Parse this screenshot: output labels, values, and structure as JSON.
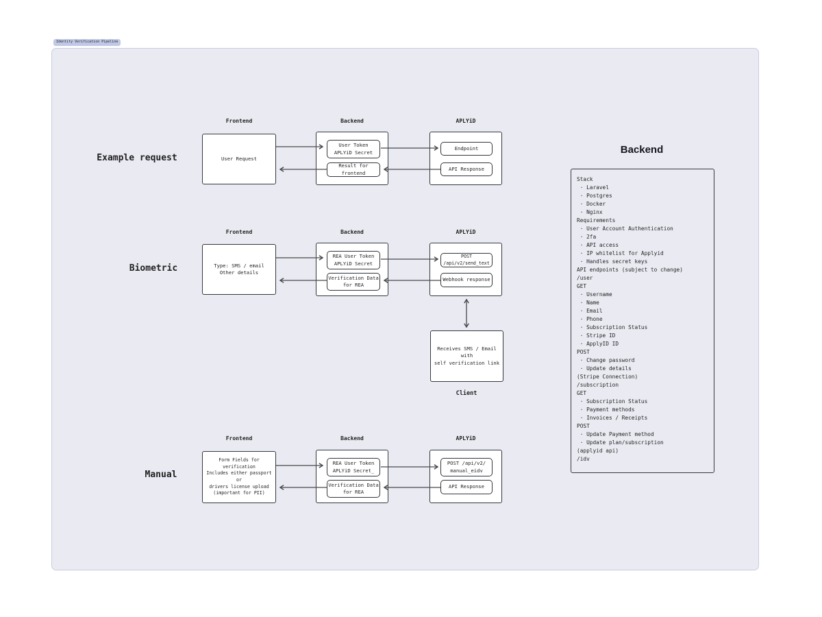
{
  "frame": {
    "tab_label": "Identity Verification Pipeline"
  },
  "columns": {
    "frontend": "Frontend",
    "backend": "Backend",
    "aplyid": "APLYiD"
  },
  "rows": [
    {
      "label": "Example request",
      "frontend_box": "User Request",
      "backend_boxes": [
        "User Token\nAPLYiD Secret",
        "Result for frontend"
      ],
      "aplyid_boxes": [
        "Endpoint",
        "API Response"
      ]
    },
    {
      "label": "Biometric",
      "frontend_box": "Type: SMS / email\nOther details",
      "backend_boxes": [
        "REA User Token\nAPLYiD Secret",
        "Verification Data\nfor REA"
      ],
      "aplyid_boxes": [
        "POST /api/v2/send_text",
        "Webhook response"
      ],
      "client_box": "Receives SMS / Email with\nself verification link",
      "client_label": "Client"
    },
    {
      "label": "Manual",
      "frontend_box": "Form Fields for verification\nIncludes either passport or\ndrivers license upload\n(important for PII)",
      "backend_boxes": [
        "REA User Token\nAPLYiD Secret_",
        "Verification Data\nfor REA"
      ],
      "aplyid_boxes": [
        "POST /api/v2/\nmanual_eidv",
        "API Response"
      ]
    }
  ],
  "backend_panel": {
    "title": "Backend",
    "lines": [
      "Stack",
      " · Laravel",
      " · Postgres",
      " · Docker",
      " · Nginx",
      "Requirements",
      " · User Account Authentication",
      " · 2fa",
      " · API access",
      " · IP whitelist for Applyid",
      " · Handles secret keys",
      "API endpoints (subject to change)",
      "/user",
      "GET",
      " · Username",
      " · Name",
      " · Email",
      " · Phone",
      " · Subscription Status",
      " · Stripe ID",
      " · ApplyID ID",
      "POST",
      " · Change password",
      " · Update details",
      "(Stripe Connection)",
      "/subscription",
      "GET",
      " · Subscription Status",
      " · Payment methods",
      " · Invoices / Receipts",
      "POST",
      " · Update Payment method",
      " · Update plan/subscription",
      "(applyid api)",
      "/idv"
    ]
  },
  "colors": {
    "frame_fill": "#eaebf2",
    "frame_border": "#c7ccdf",
    "tab_fill": "#c0c8e6",
    "shape_border": "#32373c",
    "arrow": "#46484d",
    "text": "#1f1f1f"
  }
}
